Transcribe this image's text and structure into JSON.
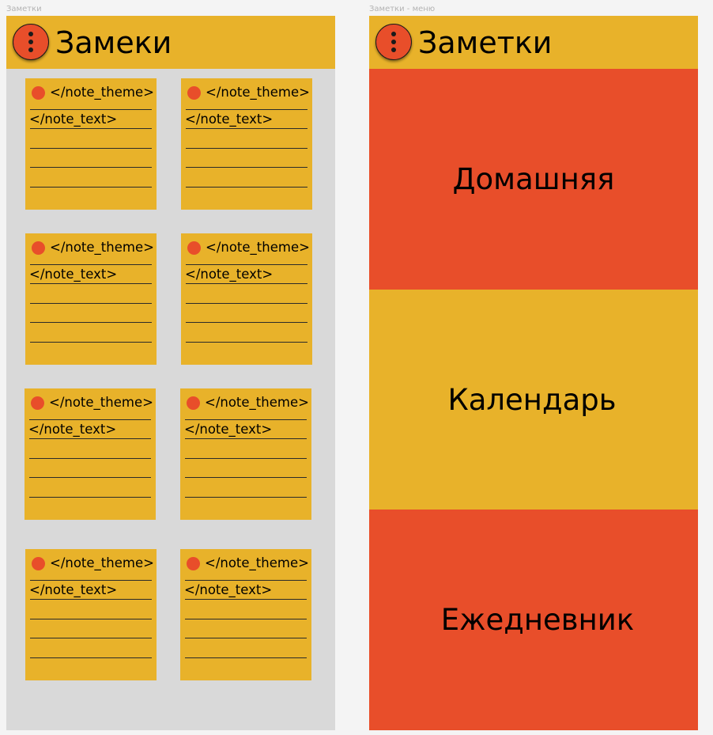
{
  "frames": {
    "notes_label": "Заметки",
    "menu_label": "Заметки - меню"
  },
  "notes_screen": {
    "title": "Замеки",
    "menu_icon": "more-vertical-icon",
    "notes": [
      {
        "theme": "</note_theme>",
        "text": "</note_text>"
      },
      {
        "theme": "</note_theme>",
        "text": "</note_text>"
      },
      {
        "theme": "</note_theme>",
        "text": "</note_text>"
      },
      {
        "theme": "</note_theme>",
        "text": "</note_text>"
      },
      {
        "theme": "</note_theme>",
        "text": "</note_text>"
      },
      {
        "theme": "</note_theme>",
        "text": "</note_text>"
      },
      {
        "theme": "</note_theme>",
        "text": "</note_text>"
      },
      {
        "theme": "</note_theme>",
        "text": "</note_text>"
      }
    ]
  },
  "menu_screen": {
    "title": "Заметки",
    "menu_icon": "more-vertical-icon",
    "items": [
      {
        "label": "Домашняя",
        "color": "#e84e2a"
      },
      {
        "label": "Календарь",
        "color": "#e8b22a"
      },
      {
        "label": "Ежедневник",
        "color": "#e84e2a"
      }
    ]
  },
  "colors": {
    "accent_yellow": "#e8b22a",
    "accent_red": "#e84e2a",
    "notes_background": "#d9d9d9"
  }
}
